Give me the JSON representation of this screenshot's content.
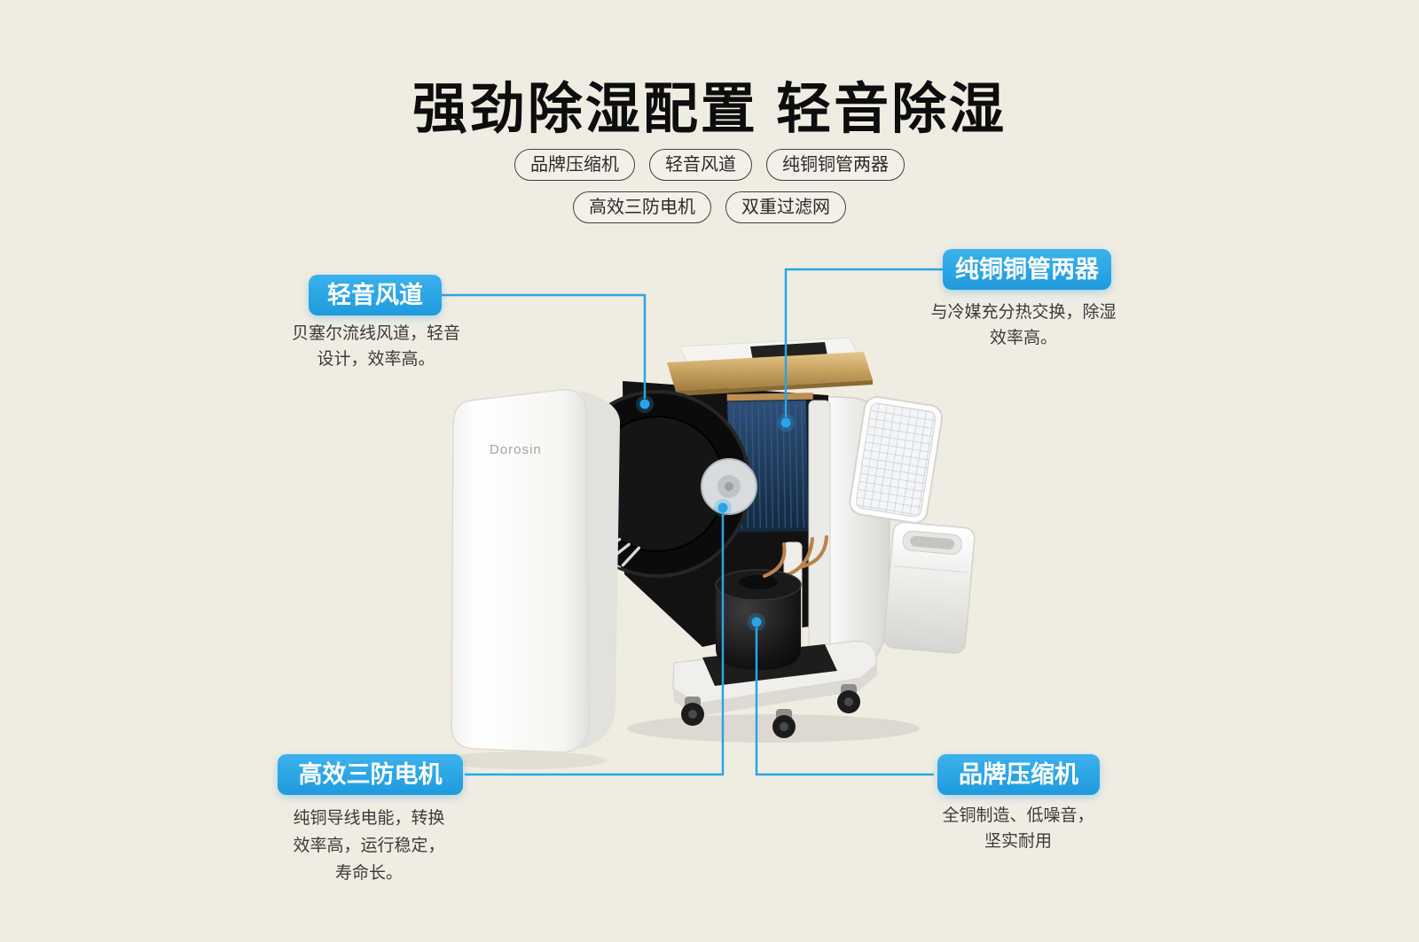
{
  "page": {
    "background": "#f1ece2",
    "accent": "#29a5e6",
    "title": "强劲除湿配置 轻音除湿"
  },
  "feature_tags": {
    "row1": [
      "品牌压缩机",
      "轻音风道",
      "纯铜铜管两器"
    ],
    "row2": [
      "高效三防电机",
      "双重过滤网"
    ]
  },
  "callouts": {
    "air_duct": {
      "label": "轻音风道",
      "desc": [
        "贝塞尔流线风道，轻音",
        "设计，效率高。"
      ]
    },
    "copper_tubes": {
      "label": "纯铜铜管两器",
      "desc": [
        "与冷媒充分热交换，除湿",
        "效率高。"
      ]
    },
    "motor": {
      "label": "高效三防电机",
      "desc": [
        "纯铜导线电能，转换",
        "效率高，运行稳定，",
        "寿命长。"
      ]
    },
    "compressor": {
      "label": "品牌压缩机",
      "desc": [
        "全铜制造、低噪音，",
        "坚实耐用"
      ]
    }
  },
  "product": {
    "brand": "Dorosin"
  }
}
